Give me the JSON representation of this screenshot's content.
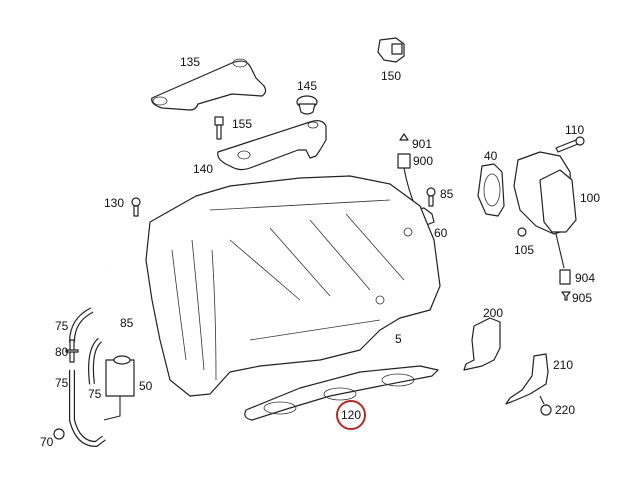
{
  "diagram": {
    "title": "Intake manifold exploded parts view",
    "highlight_color": "#b52a26",
    "highlighted_part": "120",
    "labels": {
      "p135": "135",
      "p145": "145",
      "p150": "150",
      "p155": "155",
      "p140": "140",
      "p110": "110",
      "p901": "901",
      "p900": "900",
      "p40": "40",
      "p100": "100",
      "p85_top": "85",
      "p130": "130",
      "p60": "60",
      "p105": "105",
      "p904": "904",
      "p905": "905",
      "p200": "200",
      "p5": "5",
      "p75_a": "75",
      "p85_hose": "85",
      "p80": "80",
      "p75_b": "75",
      "p75_c": "75",
      "p50": "50",
      "p210": "210",
      "p220": "220",
      "p120": "120",
      "p70": "70"
    }
  }
}
